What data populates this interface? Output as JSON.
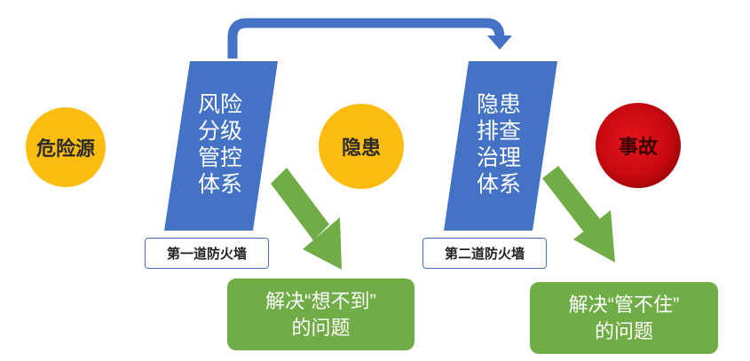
{
  "nodes": {
    "hazard_source": "危险源",
    "hidden_danger": "隐患",
    "accident": "事故"
  },
  "system1": {
    "lines": [
      "风险",
      "分级",
      "管控",
      "体系"
    ],
    "label": "第一道防火墙",
    "solution_line1": "解决“想不到”",
    "solution_line2": "的问题"
  },
  "system2": {
    "lines": [
      "隐患",
      "排查",
      "治理",
      "体系"
    ],
    "label": "第二道防火墙",
    "solution_line1": "解决“管不住”",
    "solution_line2": "的问题"
  },
  "colors": {
    "yellow": "#fdbd10",
    "blue": "#4472c4",
    "green": "#70ad47",
    "red": "#d0121a"
  }
}
